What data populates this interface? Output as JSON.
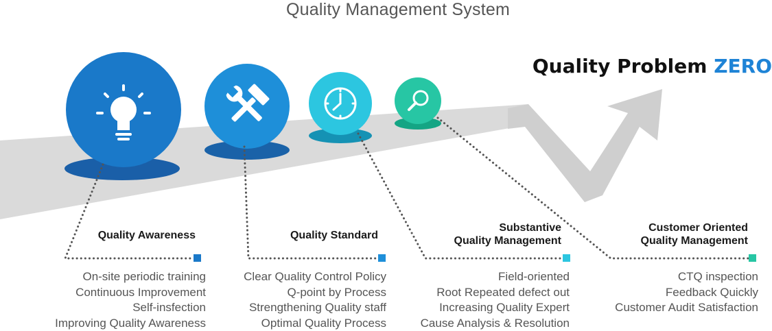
{
  "title": "Quality Management System",
  "goal": {
    "prefix": "Quality Problem ",
    "highlight": "ZERO"
  },
  "colors": {
    "stage1": "#1a79c9",
    "stage2": "#1e8fd9",
    "stage3": "#2cc6e0",
    "stage4": "#27c6a4",
    "road": "#dadada",
    "arrow": "#cfcfcf",
    "accent": "#1e83d6"
  },
  "stages": [
    {
      "icon": "lightbulb-icon",
      "heading": [
        "Quality Awareness"
      ],
      "items": [
        "On-site periodic training",
        "Continuous Improvement",
        "Self-insfection",
        "Improving Quality Awareness"
      ]
    },
    {
      "icon": "tools-icon",
      "heading": [
        "Quality Standard"
      ],
      "items": [
        "Clear Quality Control Policy",
        "Q-point by Process",
        "Strengthening Quality staff",
        "Optimal Quality Process"
      ]
    },
    {
      "icon": "clock-icon",
      "heading": [
        "Substantive",
        "Quality Management"
      ],
      "items": [
        "Field-oriented",
        "Root Repeated defect out",
        "Increasing Quality Expert",
        "Cause Analysis & Resolution"
      ]
    },
    {
      "icon": "magnifier-icon",
      "heading": [
        "Customer Oriented",
        "Quality Management"
      ],
      "items": [
        "CTQ inspection",
        "Feedback  Quickly",
        "Customer Audit Satisfaction"
      ]
    }
  ]
}
